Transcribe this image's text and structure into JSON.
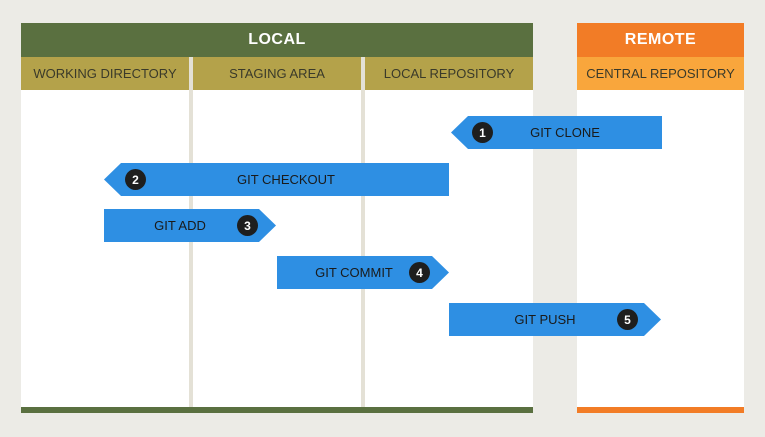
{
  "local": {
    "title": "LOCAL",
    "color": "#5a7040",
    "columns": [
      "WORKING DIRECTORY",
      "STAGING AREA",
      "LOCAL REPOSITORY"
    ]
  },
  "remote": {
    "title": "REMOTE",
    "color": "#f27c26",
    "column": "CENTRAL REPOSITORY",
    "subhead_color": "#f9a63c"
  },
  "steps": [
    {
      "number": "1",
      "label": "GIT CLONE",
      "direction": "left"
    },
    {
      "number": "2",
      "label": "GIT CHECKOUT",
      "direction": "left"
    },
    {
      "number": "3",
      "label": "GIT ADD",
      "direction": "right"
    },
    {
      "number": "4",
      "label": "GIT COMMIT",
      "direction": "right"
    },
    {
      "number": "5",
      "label": "GIT PUSH",
      "direction": "right"
    }
  ],
  "arrow_color": "#2e8fe3"
}
